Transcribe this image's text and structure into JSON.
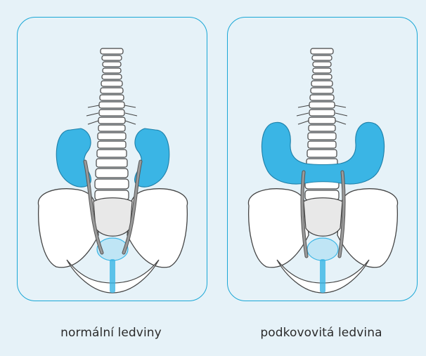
{
  "panels": [
    {
      "caption": "normální ledviny",
      "variant": "normal"
    },
    {
      "caption": "podkovovitá ledvina",
      "variant": "horseshoe"
    }
  ],
  "colors": {
    "background": "#e6f2f8",
    "frame": "#1aa7d6",
    "kidney": "#3ab5e5",
    "bone": "#ffffff",
    "bone_outline": "#444444",
    "ureter": "#8a8a8a"
  }
}
